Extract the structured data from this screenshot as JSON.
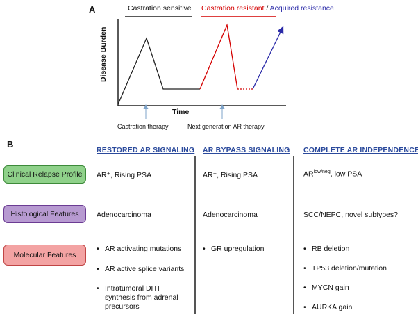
{
  "panel_a": {
    "letter": "A",
    "header_sensitive": "Castration sensitive",
    "header_resistant": "Castration resistant",
    "header_sep": " / ",
    "header_acquired": "Acquired resistance",
    "y_axis_label": "Disease Burden",
    "x_axis_label": "Time",
    "arrow1_label": "Castration therapy",
    "arrow2_label": "Next generation AR therapy",
    "colors": {
      "black": "#222222",
      "red": "#d40000",
      "blue": "#2a2aa8",
      "arrow": "#7ea3c9"
    }
  },
  "panel_b": {
    "letter": "B",
    "columns": [
      "RESTORED AR SIGNALING",
      "AR BYPASS SIGNALING",
      "COMPLETE AR INDEPENDENCE"
    ],
    "rows": {
      "clinical": {
        "label": "Clinical Relapse Profile",
        "col1": "AR⁺, Rising PSA",
        "col2": "AR⁺, Rising PSA",
        "col3_base": "AR",
        "col3_sup": "low/neg",
        "col3_rest": ", low PSA"
      },
      "histological": {
        "label": "Histological Features",
        "col1": "Adenocarcinoma",
        "col2": "Adenocarcinoma",
        "col3": "SCC/NEPC, novel subtypes?"
      },
      "molecular": {
        "label": "Molecular Features",
        "col1": [
          "AR activating mutations",
          "AR active splice variants",
          "Intratumoral DHT synthesis from adrenal precursors"
        ],
        "col2": [
          "GR upregulation"
        ],
        "col3": [
          "RB deletion",
          "TP53 deletion/mutation",
          "MYCN gain",
          "AURKA gain"
        ]
      }
    },
    "colors": {
      "column_header": "#2b4a9c",
      "green": "#8fd18a",
      "purple": "#b79ad1",
      "red": "#f3a3a3"
    }
  }
}
